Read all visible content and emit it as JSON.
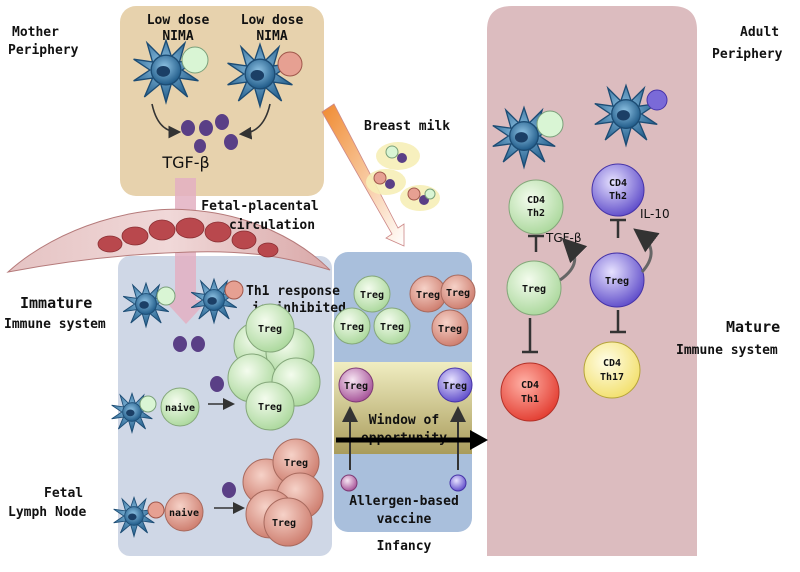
{
  "labels": {
    "mother_periphery": [
      "Mother",
      "Periphery"
    ],
    "low_dose_nima_left": [
      "Low dose",
      "NIMA"
    ],
    "low_dose_nima_right": [
      "Low dose",
      "NIMA"
    ],
    "tgf_beta_mother": "TGF-β",
    "breast_milk": "Breast milk",
    "fetal_placental": [
      "Fetal-placental",
      "circulation"
    ],
    "immature": [
      "Immature",
      "Immune system"
    ],
    "th1_inhibited": [
      "Th1 response",
      "is inhibited"
    ],
    "fetal_lymph_node": [
      "Fetal",
      "Lymph Node"
    ],
    "window": [
      "Window of",
      "opportunity"
    ],
    "allergen_vaccine": [
      "Allergen-based",
      "vaccine"
    ],
    "infancy": "Infancy",
    "adult_periphery": [
      "Adult",
      "Periphery"
    ],
    "mature": [
      "Mature",
      "Immune system"
    ],
    "tgf_beta_adult": "TGF-β",
    "il10": "IL-10"
  },
  "cells": {
    "treg": "Treg",
    "naive": "naive",
    "cd4_th2": [
      "CD4",
      "Th2"
    ],
    "cd4_th1": [
      "CD4",
      "Th1"
    ],
    "cd4_th17": [
      "CD4",
      "Th17"
    ]
  },
  "colors": {
    "mother_bg": "#e7d2ad",
    "adult_bg": "#dcbcbf",
    "fetal_bg": "#cfd7e6",
    "infancy_bg": "#a9bfdc",
    "dc_blue": "#2f6a9a",
    "green_cell": "#cfeebc",
    "pink_cell": "#e6a092",
    "purple_cell": "#7a6ad8",
    "red_cell": "#f0554a",
    "yellow_cell": "#fbf0a0",
    "dot_purple": "#5a3f86"
  }
}
